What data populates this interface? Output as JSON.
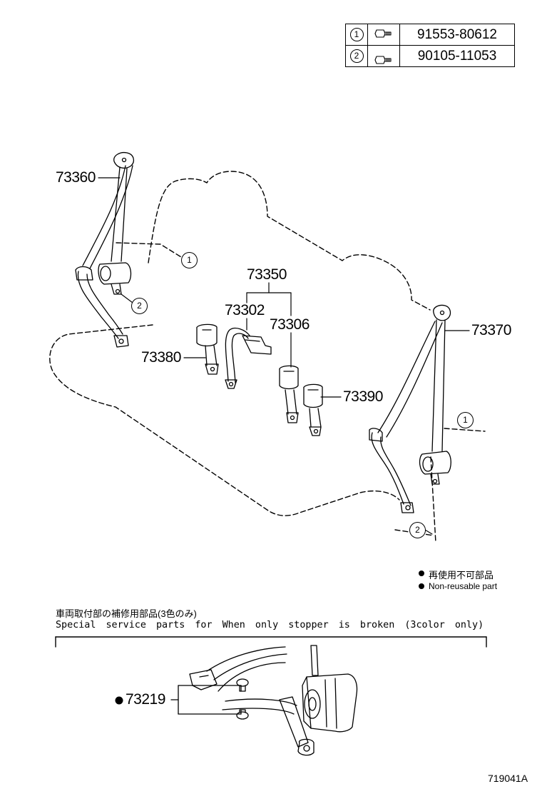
{
  "fastener_table": [
    {
      "key": "1",
      "icon": "bolt-icon",
      "part_no": "91553-80612"
    },
    {
      "key": "2",
      "icon": "bolt-icon",
      "part_no": "90105-11053"
    }
  ],
  "labels": {
    "p73360": "73360",
    "p73350": "73350",
    "p73302": "73302",
    "p73306": "73306",
    "p73370": "73370",
    "p73380": "73380",
    "p73390": "73390",
    "p73219": "73219"
  },
  "callouts": {
    "c1_left": "1",
    "c2_left": "2",
    "c1_right": "1",
    "c2_right": "2"
  },
  "legend": {
    "jp": "再使用不可部品",
    "en": "Non-reusable part"
  },
  "special": {
    "jp": "車両取付部の補修用部品(3色のみ)",
    "en": "Special service parts for When only stopper is broken (3color only)"
  },
  "figure_code": "719041A"
}
